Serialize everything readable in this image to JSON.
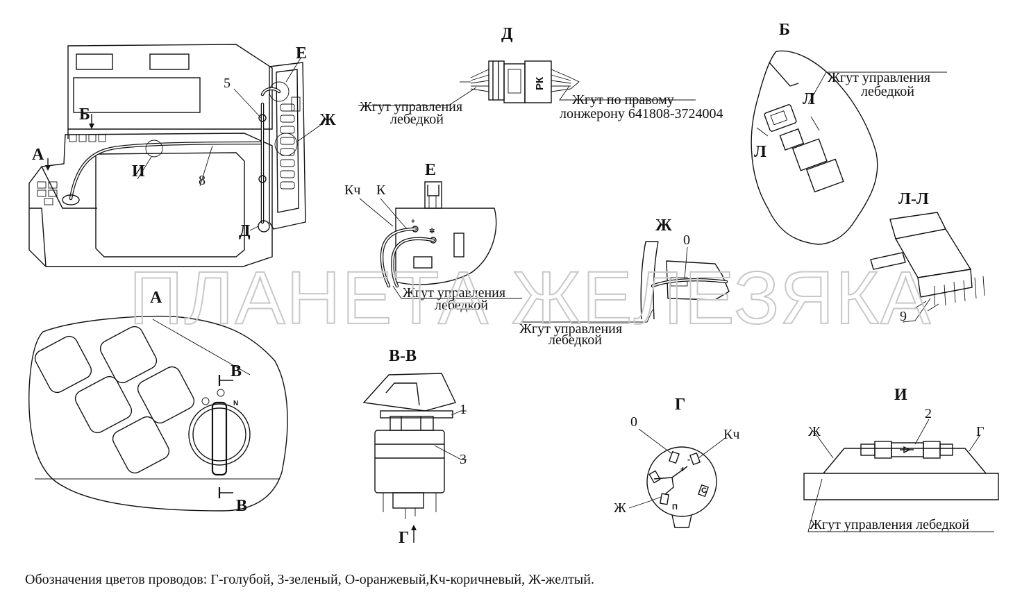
{
  "watermark": "ПЛАНЕТА ЖЕЛЕЗЯКА",
  "views": {
    "D": "Д",
    "B": "Б",
    "E": "Е",
    "ZH": "Ж",
    "A": "А",
    "VV": "В-В",
    "G": "Г",
    "I": "И",
    "LL": "Л-Л"
  },
  "main_view": {
    "arrow_a": "А",
    "arrow_b": "Б",
    "label_e": "Е",
    "label_zh": "Ж",
    "label_i": "И",
    "label_d": "Д",
    "callout_5": "5",
    "callout_8": "8"
  },
  "view_d": {
    "connector_mark": "РК",
    "left_line1": "Жгут управления",
    "left_line2": "лебедкой",
    "right_line1": "Жгут по правому",
    "right_line2": "лонжерону 641808-3724004"
  },
  "view_b": {
    "line1": "Жгут управления",
    "line2": "лебедкой",
    "section_top": "Л",
    "section_bottom": "Л"
  },
  "view_e": {
    "wire_kch": "Кч",
    "wire_k": "К",
    "line1": "Жгут управления",
    "line2": "лебедкой"
  },
  "view_zh": {
    "wire_o": "0",
    "line1": "Жгут управления",
    "line2": "лебедкой"
  },
  "view_ll": {
    "callout_9": "9"
  },
  "view_a": {
    "section_top": "В",
    "section_bottom": "В",
    "switch_mark": "N"
  },
  "view_vv": {
    "callout_1": "1",
    "callout_3": "3",
    "arrow_g": "Г"
  },
  "view_g": {
    "wire_o": "0",
    "wire_kch": "Кч",
    "wire_zh": "Ж",
    "term_minus": "-",
    "term_plus": "+",
    "term_c": "С",
    "term_p": "П"
  },
  "view_i": {
    "wire_zh": "Ж",
    "wire_g": "Г",
    "callout_2": "2",
    "line": "Жгут управления лебедкой"
  },
  "caption": "Обозначения цветов проводов: Г-голубой,  З-зеленый, О-оранжевый,Кч-коричневый, Ж-желтый."
}
